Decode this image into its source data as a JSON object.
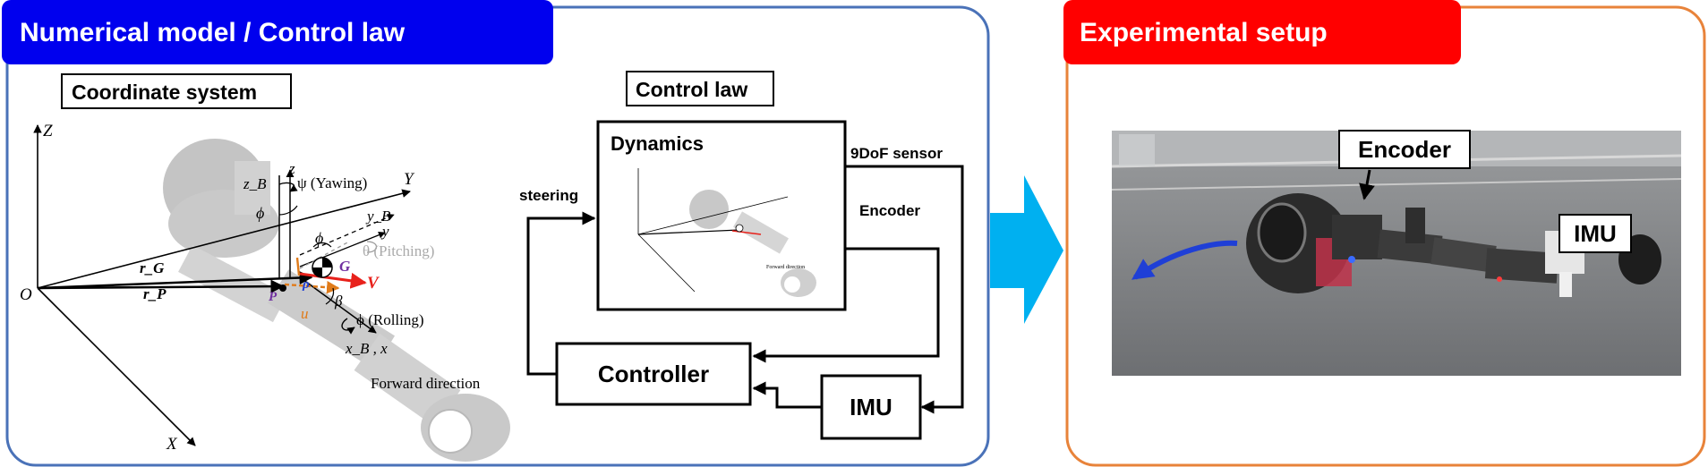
{
  "left_panel": {
    "title": "Numerical model / Control law",
    "coordinate_system": {
      "box_label": "Coordinate system",
      "axis_Z": "Z",
      "axis_Y": "Y",
      "axis_X": "X",
      "origin": "O",
      "z_B": "z_B",
      "z": "z",
      "psi_yawing": "ψ (Yawing)",
      "y_B": "y_B",
      "y": "y",
      "phi_top": "ϕ",
      "phi_mid": "ϕ",
      "theta_pitching": "θ (Pitching)",
      "r_G": "r_G",
      "r_P": "r_P",
      "G": "G",
      "P": "P",
      "rho": "ρ",
      "V": "V",
      "u": "u",
      "beta": "β",
      "phi_rolling": "ϕ (Rolling)",
      "x_B_x": "x_B , x",
      "forward": "Forward direction"
    },
    "control_law": {
      "box_label": "Control law",
      "dynamics_label": "Dynamics",
      "inner_forward": "Forward direction",
      "sensor_label": "9DoF sensor",
      "encoder_label": "Encoder",
      "steering_label": "steering",
      "controller_label": "Controller",
      "imu_label": "IMU"
    }
  },
  "right_panel": {
    "title": "Experimental setup",
    "encoder_label": "Encoder",
    "imu_label": "IMU"
  },
  "colors": {
    "left_header": "#0000ee",
    "right_header": "#ff0000",
    "left_border": "#4a72b8",
    "right_border": "#e8833a",
    "arrow_fill": "#00b0f0",
    "motion_arrow": "#1f3fd6",
    "vector_red": "#e8211b",
    "vector_orange": "#e07b1a",
    "label_purple": "#7030a0"
  }
}
